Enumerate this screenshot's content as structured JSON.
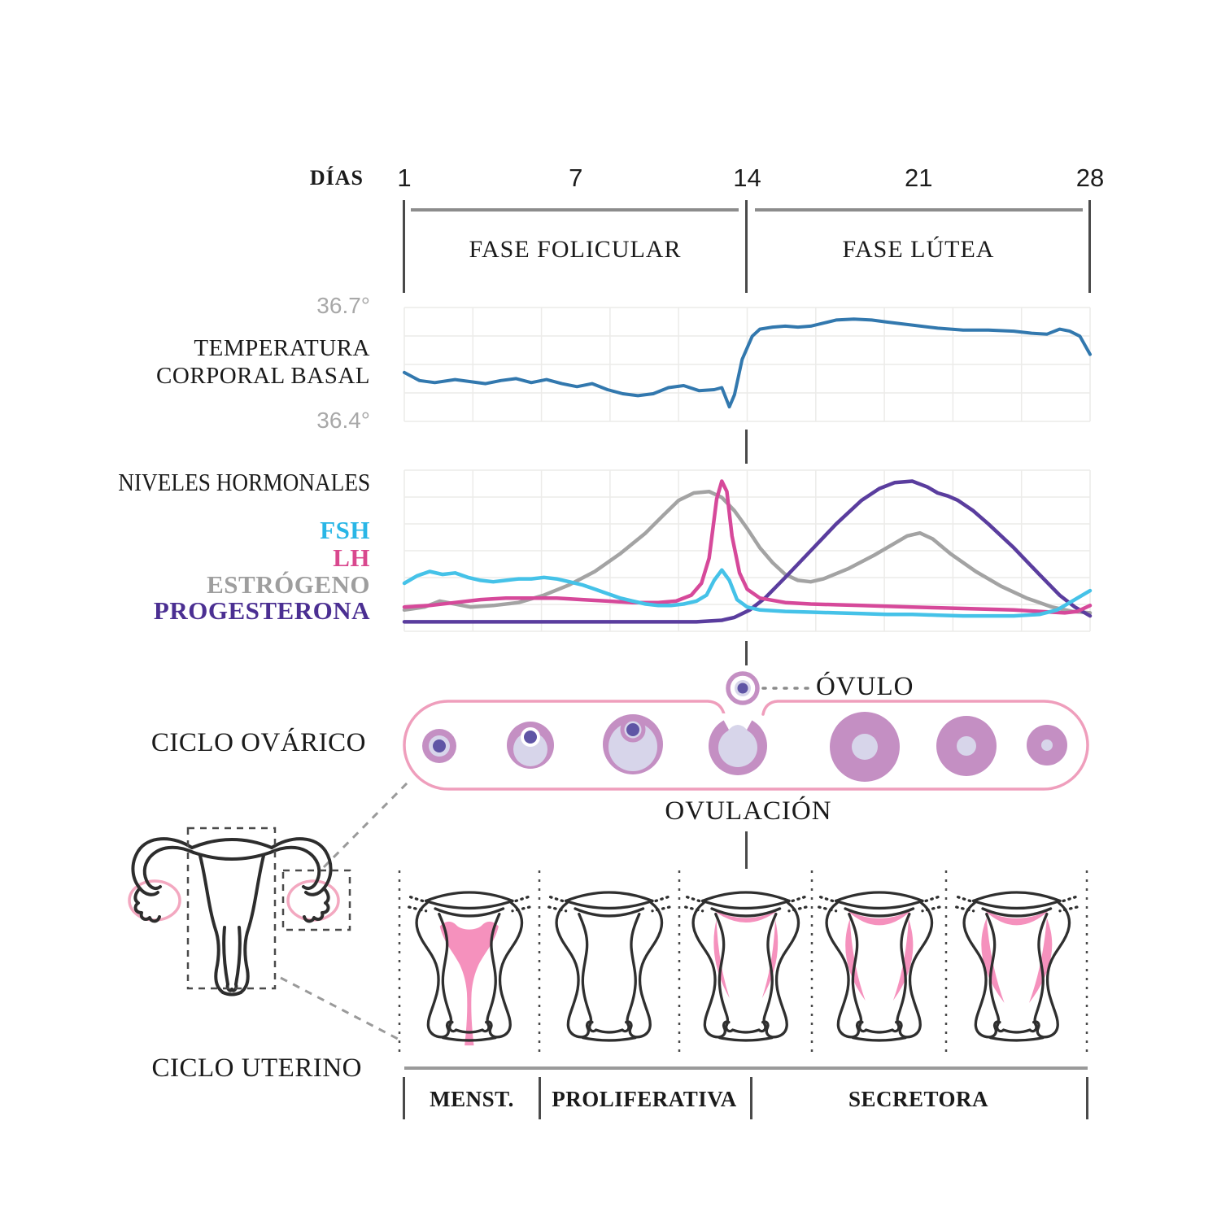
{
  "days": {
    "label": "DÍAS",
    "ticks": [
      "1",
      "7",
      "14",
      "21",
      "28"
    ]
  },
  "phases_top": {
    "folicular": "FASE FOLICULAR",
    "lutea": "FASE LÚTEA"
  },
  "temperature": {
    "title_line1": "TEMPERATURA",
    "title_line2": "CORPORAL BASAL",
    "max_label": "36.7°",
    "min_label": "36.4°"
  },
  "hormones": {
    "title": "NIVELES HORMONALES",
    "legend": [
      {
        "label": "FSH",
        "color": "#29b6e6"
      },
      {
        "label": "LH",
        "color": "#d9488e"
      },
      {
        "label": "ESTRÓGENO",
        "color": "#9e9e9e"
      },
      {
        "label": "PROGESTERONA",
        "color": "#4b2f92"
      }
    ]
  },
  "ovarian": {
    "title": "CICLO OVÁRICO",
    "ovule_label": "ÓVULO",
    "ovulation_label": "OVULACIÓN"
  },
  "uterine": {
    "title": "CICLO UTERINO",
    "phase_labels": [
      "MENST.",
      "PROLIFERATIVA",
      "SECRETORA"
    ]
  },
  "chart_data": [
    {
      "type": "line",
      "title": "TEMPERATURA CORPORAL BASAL",
      "xlabel": "DÍAS",
      "x_range": [
        1,
        28
      ],
      "x_ticks": [
        1,
        7,
        14,
        21,
        28
      ],
      "y_top_label": "36.7°",
      "y_bottom_label": "36.4°",
      "y_scale": "relative 0-1 between 36.4° and 36.7°",
      "grid": true,
      "series": [
        {
          "name": "temperatura corporal basal",
          "color": "#3278ae",
          "z": 0,
          "points": [
            [
              1,
              0.42
            ],
            [
              1.6,
              0.34
            ],
            [
              2.2,
              0.32
            ],
            [
              3,
              0.35
            ],
            [
              3.6,
              0.33
            ],
            [
              4.2,
              0.31
            ],
            [
              4.8,
              0.34
            ],
            [
              5.4,
              0.36
            ],
            [
              6,
              0.32
            ],
            [
              6.6,
              0.35
            ],
            [
              7.2,
              0.31
            ],
            [
              7.8,
              0.28
            ],
            [
              8.4,
              0.31
            ],
            [
              9,
              0.25
            ],
            [
              9.6,
              0.21
            ],
            [
              10.2,
              0.19
            ],
            [
              10.8,
              0.21
            ],
            [
              11.4,
              0.27
            ],
            [
              12,
              0.29
            ],
            [
              12.6,
              0.24
            ],
            [
              13.2,
              0.25
            ],
            [
              13.5,
              0.27
            ],
            [
              13.8,
              0.08
            ],
            [
              14,
              0.2
            ],
            [
              14.3,
              0.55
            ],
            [
              14.7,
              0.78
            ],
            [
              15,
              0.85
            ],
            [
              15.5,
              0.87
            ],
            [
              16,
              0.88
            ],
            [
              16.5,
              0.87
            ],
            [
              17,
              0.88
            ],
            [
              17.5,
              0.91
            ],
            [
              18,
              0.94
            ],
            [
              18.7,
              0.95
            ],
            [
              19.4,
              0.94
            ],
            [
              20,
              0.92
            ],
            [
              21,
              0.89
            ],
            [
              22,
              0.86
            ],
            [
              23,
              0.84
            ],
            [
              24,
              0.84
            ],
            [
              25,
              0.83
            ],
            [
              25.7,
              0.81
            ],
            [
              26.3,
              0.8
            ],
            [
              26.8,
              0.85
            ],
            [
              27.2,
              0.83
            ],
            [
              27.6,
              0.78
            ],
            [
              28,
              0.6
            ]
          ]
        }
      ]
    },
    {
      "type": "line",
      "title": "NIVELES HORMONALES",
      "x_range": [
        1,
        28
      ],
      "x_ticks": [
        1,
        7,
        14,
        21,
        28
      ],
      "y_scale": "relative hormone level 0-1",
      "grid": true,
      "legend_position": "left",
      "series": [
        {
          "name": "FSH",
          "color": "#45c2e8",
          "z": 3,
          "points": [
            [
              1,
              0.28
            ],
            [
              1.5,
              0.33
            ],
            [
              2,
              0.36
            ],
            [
              2.5,
              0.34
            ],
            [
              3,
              0.35
            ],
            [
              3.5,
              0.32
            ],
            [
              4,
              0.3
            ],
            [
              4.5,
              0.29
            ],
            [
              5,
              0.3
            ],
            [
              5.5,
              0.31
            ],
            [
              6,
              0.31
            ],
            [
              6.5,
              0.32
            ],
            [
              7,
              0.31
            ],
            [
              7.5,
              0.29
            ],
            [
              8,
              0.27
            ],
            [
              8.5,
              0.24
            ],
            [
              9,
              0.21
            ],
            [
              9.5,
              0.18
            ],
            [
              10,
              0.16
            ],
            [
              10.5,
              0.14
            ],
            [
              11,
              0.13
            ],
            [
              11.5,
              0.13
            ],
            [
              12,
              0.14
            ],
            [
              12.5,
              0.16
            ],
            [
              12.9,
              0.2
            ],
            [
              13.2,
              0.3
            ],
            [
              13.5,
              0.37
            ],
            [
              13.8,
              0.3
            ],
            [
              14.1,
              0.17
            ],
            [
              14.5,
              0.12
            ],
            [
              15,
              0.1
            ],
            [
              16,
              0.09
            ],
            [
              17,
              0.085
            ],
            [
              18,
              0.08
            ],
            [
              19,
              0.075
            ],
            [
              20,
              0.07
            ],
            [
              21,
              0.07
            ],
            [
              22,
              0.065
            ],
            [
              23,
              0.06
            ],
            [
              24,
              0.06
            ],
            [
              25,
              0.06
            ],
            [
              26,
              0.07
            ],
            [
              26.7,
              0.1
            ],
            [
              27.3,
              0.16
            ],
            [
              28,
              0.23
            ]
          ]
        },
        {
          "name": "LH",
          "color": "#d6499a",
          "z": 2,
          "points": [
            [
              1,
              0.12
            ],
            [
              2,
              0.13
            ],
            [
              3,
              0.15
            ],
            [
              4,
              0.17
            ],
            [
              5,
              0.18
            ],
            [
              6,
              0.18
            ],
            [
              7,
              0.18
            ],
            [
              8,
              0.17
            ],
            [
              9,
              0.16
            ],
            [
              10,
              0.15
            ],
            [
              11,
              0.15
            ],
            [
              11.7,
              0.16
            ],
            [
              12.3,
              0.2
            ],
            [
              12.7,
              0.28
            ],
            [
              13,
              0.45
            ],
            [
              13.3,
              0.85
            ],
            [
              13.5,
              0.97
            ],
            [
              13.7,
              0.9
            ],
            [
              13.9,
              0.6
            ],
            [
              14.2,
              0.35
            ],
            [
              14.5,
              0.24
            ],
            [
              15,
              0.18
            ],
            [
              16,
              0.15
            ],
            [
              17,
              0.14
            ],
            [
              18,
              0.135
            ],
            [
              19,
              0.13
            ],
            [
              20,
              0.125
            ],
            [
              21,
              0.12
            ],
            [
              22,
              0.115
            ],
            [
              23,
              0.11
            ],
            [
              24,
              0.105
            ],
            [
              25,
              0.1
            ],
            [
              26,
              0.09
            ],
            [
              27,
              0.08
            ],
            [
              27.5,
              0.09
            ],
            [
              28,
              0.13
            ]
          ]
        },
        {
          "name": "ESTRÓGENO",
          "color": "#a3a3a3",
          "z": 0,
          "points": [
            [
              1,
              0.1
            ],
            [
              1.8,
              0.12
            ],
            [
              2.4,
              0.16
            ],
            [
              3,
              0.14
            ],
            [
              3.6,
              0.12
            ],
            [
              4.5,
              0.13
            ],
            [
              5.5,
              0.15
            ],
            [
              6.5,
              0.2
            ],
            [
              7.5,
              0.27
            ],
            [
              8.5,
              0.36
            ],
            [
              9.5,
              0.48
            ],
            [
              10.5,
              0.62
            ],
            [
              11.2,
              0.74
            ],
            [
              11.8,
              0.84
            ],
            [
              12.4,
              0.89
            ],
            [
              13,
              0.9
            ],
            [
              13.5,
              0.86
            ],
            [
              14,
              0.77
            ],
            [
              14.5,
              0.65
            ],
            [
              15,
              0.52
            ],
            [
              15.5,
              0.42
            ],
            [
              16,
              0.34
            ],
            [
              16.5,
              0.3
            ],
            [
              17,
              0.29
            ],
            [
              17.5,
              0.31
            ],
            [
              18.5,
              0.38
            ],
            [
              19.5,
              0.47
            ],
            [
              20.3,
              0.55
            ],
            [
              20.8,
              0.6
            ],
            [
              21.3,
              0.62
            ],
            [
              21.8,
              0.58
            ],
            [
              22.5,
              0.48
            ],
            [
              23.5,
              0.36
            ],
            [
              24.5,
              0.26
            ],
            [
              25.5,
              0.18
            ],
            [
              26.5,
              0.12
            ],
            [
              27.3,
              0.09
            ],
            [
              28,
              0.08
            ]
          ]
        },
        {
          "name": "PROGESTERONA",
          "color": "#5a3d9e",
          "z": 1,
          "points": [
            [
              1,
              0.02
            ],
            [
              4,
              0.02
            ],
            [
              8,
              0.02
            ],
            [
              11,
              0.02
            ],
            [
              12.5,
              0.02
            ],
            [
              13.5,
              0.03
            ],
            [
              14,
              0.05
            ],
            [
              14.6,
              0.1
            ],
            [
              15.2,
              0.18
            ],
            [
              16,
              0.32
            ],
            [
              17,
              0.5
            ],
            [
              18,
              0.68
            ],
            [
              19,
              0.84
            ],
            [
              19.7,
              0.92
            ],
            [
              20.3,
              0.96
            ],
            [
              21,
              0.97
            ],
            [
              21.6,
              0.93
            ],
            [
              22,
              0.89
            ],
            [
              22.4,
              0.87
            ],
            [
              22.8,
              0.84
            ],
            [
              23.4,
              0.77
            ],
            [
              24,
              0.68
            ],
            [
              25,
              0.52
            ],
            [
              26,
              0.34
            ],
            [
              26.8,
              0.2
            ],
            [
              27.4,
              0.12
            ],
            [
              28,
              0.06
            ]
          ]
        }
      ]
    }
  ]
}
